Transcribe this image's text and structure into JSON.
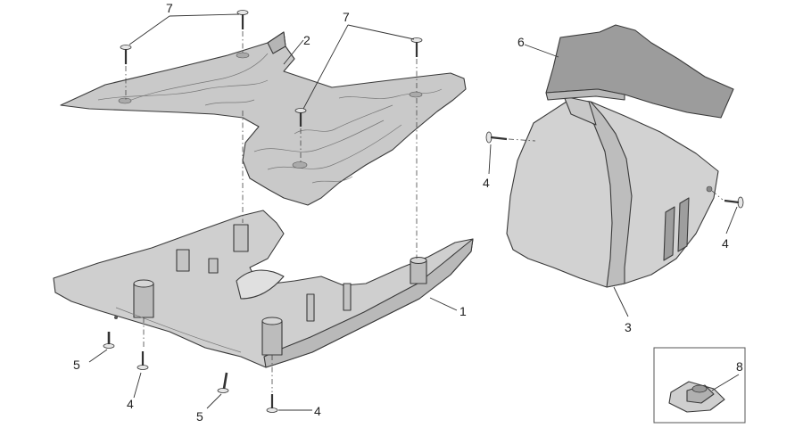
{
  "diagram": {
    "callouts": {
      "c1": "1",
      "c2": "2",
      "c3": "3",
      "c4a": "4",
      "c4b": "4",
      "c4c": "4",
      "c4d": "4",
      "c5a": "5",
      "c5b": "5",
      "c6": "6",
      "c7a": "7",
      "c7b": "7",
      "c8": "8"
    }
  }
}
